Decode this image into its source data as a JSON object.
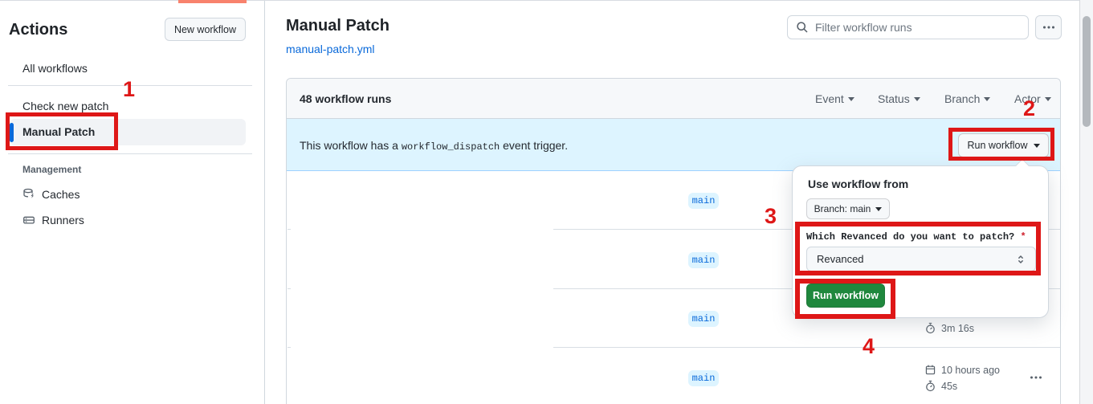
{
  "annotations": {
    "color": "#de1717",
    "steps": [
      "1",
      "2",
      "3",
      "4"
    ]
  },
  "sidebar": {
    "title": "Actions",
    "new_workflow_button": "New workflow",
    "items": [
      {
        "label": "All workflows"
      },
      {
        "label": "Check new patch"
      },
      {
        "label": "Manual Patch",
        "selected": true
      }
    ],
    "management_label": "Management",
    "management_items": [
      {
        "label": "Caches",
        "icon": "cache-icon"
      },
      {
        "label": "Runners",
        "icon": "runners-icon"
      }
    ]
  },
  "header": {
    "title": "Manual Patch",
    "file_link": "manual-patch.yml",
    "filter_placeholder": "Filter workflow runs",
    "kebab_icon": "kebab-horizontal-icon"
  },
  "runs_panel": {
    "count_label": "48 workflow runs",
    "filters": [
      "Event",
      "Status",
      "Branch",
      "Actor"
    ],
    "banner": {
      "text_before": "This workflow has a ",
      "code": "workflow_dispatch",
      "text_after": " event trigger.",
      "run_workflow_button": "Run workflow"
    },
    "rows": [
      {
        "branch": "main"
      },
      {
        "branch": "main"
      },
      {
        "branch": "main",
        "duration": "3m 16s"
      },
      {
        "branch": "main",
        "time": "10 hours ago",
        "duration": "45s"
      }
    ]
  },
  "dropdown": {
    "title": "Use workflow from",
    "branch_button": "Branch: main",
    "input_label": "Which Revanced do you want to patch?",
    "required_marker": "*",
    "select_value": "Revanced",
    "run_button": "Run workflow"
  },
  "colors": {
    "annotation_red": "#de1717",
    "accent_blue": "#0969da",
    "banner_blue_bg": "#ddf4ff",
    "button_green": "#1f883d",
    "badge_bg": "#ddf4ff",
    "muted_text": "#57606a",
    "border": "#d0d7de"
  }
}
